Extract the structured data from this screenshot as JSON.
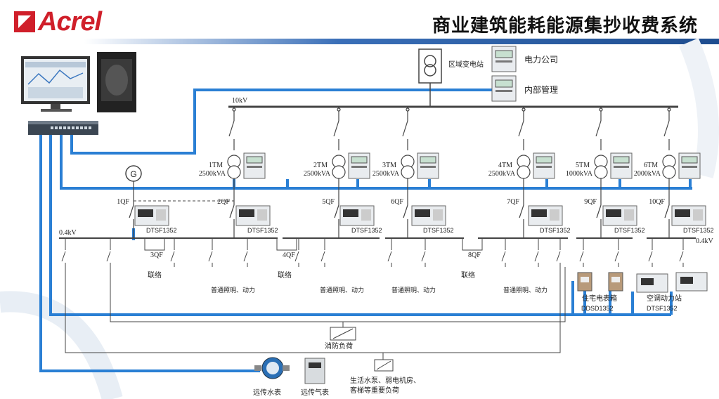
{
  "brand": {
    "logo_text": "Acrel"
  },
  "title": "商业建筑能耗能源集抄收费系统",
  "colors": {
    "brand_red": "#d01f2a",
    "bus_blue": "#2a7fd4",
    "line": "#555555"
  },
  "labels": {
    "substation": "区域变电站",
    "power_company": "电力公司",
    "internal_mgmt": "内部管理",
    "bus_10kv": "10kV",
    "bus_04kv_left": "0.4kV",
    "bus_04kv_right": "0.4kV",
    "generator": "G",
    "transformers": [
      {
        "id": "1TM",
        "rating": "2500kVA"
      },
      {
        "id": "2TM",
        "rating": "2500kVA"
      },
      {
        "id": "3TM",
        "rating": "2500kVA"
      },
      {
        "id": "4TM",
        "rating": "2500kVA"
      },
      {
        "id": "5TM",
        "rating": "1000kVA"
      },
      {
        "id": "6TM",
        "rating": "2000kVA"
      }
    ],
    "breakers": [
      "1QF",
      "2QF",
      "5QF",
      "6QF",
      "7QF",
      "9QF",
      "10QF",
      "3QF",
      "4QF",
      "8QF"
    ],
    "meters": [
      "DTSF1352",
      "DTSF1352",
      "DTSF1352",
      "DTSF1352",
      "DTSF1352",
      "DTSF1352",
      "DTSF1352"
    ],
    "tie": [
      "联络",
      "联络",
      "联络"
    ],
    "lighting": [
      "普通照明、动力",
      "普通照明、动力",
      "普通照明、动力",
      "普通照明、动力"
    ],
    "residential_box": "住宅电表箱",
    "residential_meter": "DDSD1352",
    "ac_station": "空调动力站",
    "ac_meter": "DTSF1352",
    "fire_load": "消防负荷",
    "important_load_1": "生活水泵、弱电机房、",
    "important_load_2": "客梯等重要负荷",
    "water_meter": "远传水表",
    "gas_meter": "远传气表"
  }
}
